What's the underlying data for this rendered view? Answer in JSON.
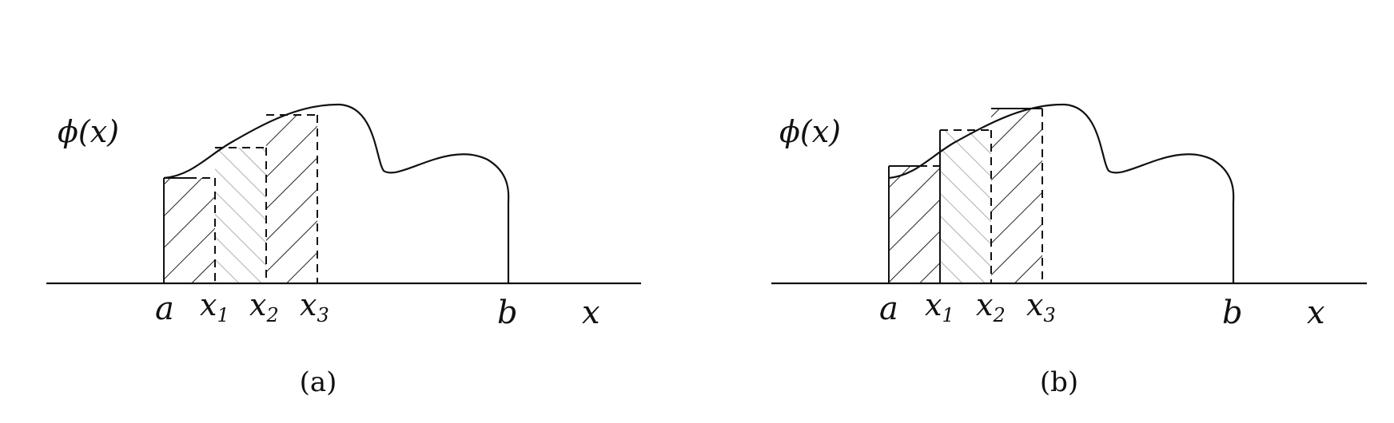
{
  "panels": [
    {
      "caption": "(a)",
      "ylabel": "ϕ(x)",
      "axis_label": "x",
      "ticks": [
        {
          "base": "a",
          "sub": ""
        },
        {
          "base": "x",
          "sub": "1"
        },
        {
          "base": "x",
          "sub": "2"
        },
        {
          "base": "x",
          "sub": "3"
        },
        {
          "base": "b",
          "sub": ""
        }
      ]
    },
    {
      "caption": "(b)",
      "ylabel": "ϕ(x)",
      "axis_label": "x",
      "ticks": [
        {
          "base": "a",
          "sub": ""
        },
        {
          "base": "x",
          "sub": "1"
        },
        {
          "base": "x",
          "sub": "2"
        },
        {
          "base": "x",
          "sub": "3"
        },
        {
          "base": "b",
          "sub": ""
        }
      ]
    }
  ]
}
